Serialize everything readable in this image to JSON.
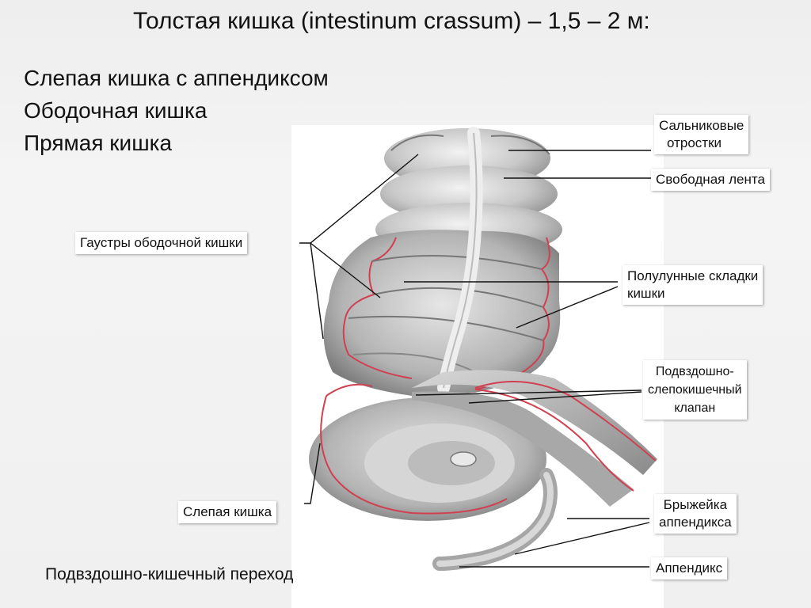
{
  "title": "Толстая кишка (intestinum crassum) – 1,5 – 2 м:",
  "parts": [
    "Слепая кишка с аппендиксом",
    "Ободочная кишка",
    "Прямая кишка"
  ],
  "footer": "Подвздошно-кишечный переход",
  "labels": {
    "omental": [
      "Сальниковые",
      "отростки"
    ],
    "free_band": "Свободная лента",
    "haustra": "Гаустры ободочной кишки",
    "semilunar": [
      "Полулунные складки",
      "кишки"
    ],
    "ileocecal": [
      "Подвздошно-",
      "слепокишечный",
      "клапан"
    ],
    "cecum": "Слепая кишка",
    "mesoappendix": [
      "Брыжейка",
      "аппендикса"
    ],
    "appendix": "Аппендикс"
  }
}
